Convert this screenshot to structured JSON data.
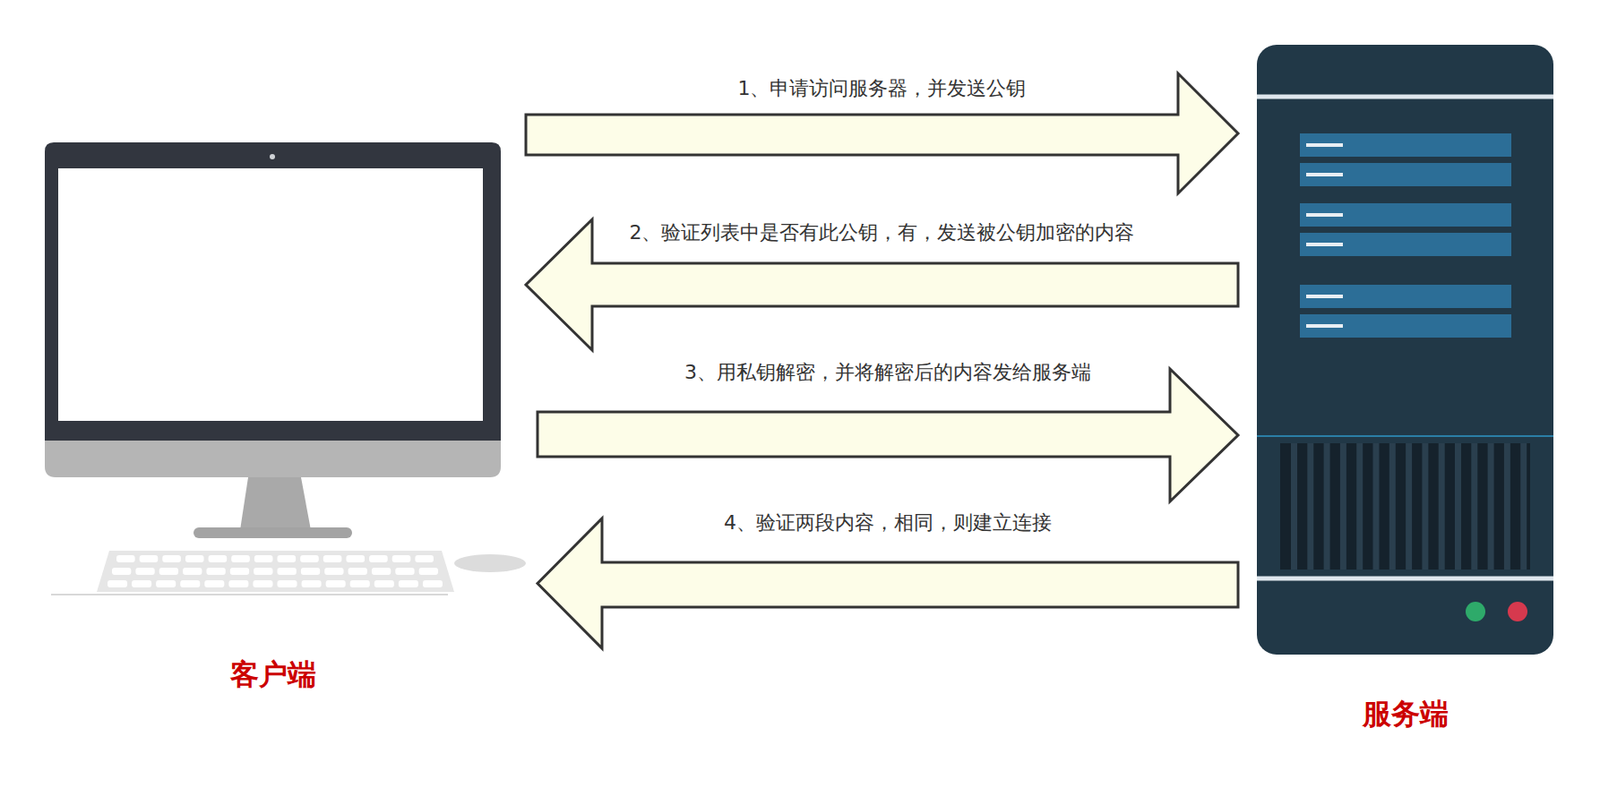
{
  "diagram": {
    "nodes": [
      {
        "text": [
          "客户端"
        ]
      },
      {
        "text": [
          "服务端"
        ]
      }
    ],
    "edges": [
      {
        "from": 0,
        "to": 1,
        "arrow": "to",
        "label": "1、申请访问服务器，并发送公钥"
      },
      {
        "from": 1,
        "to": 0,
        "arrow": "to",
        "label": "2、验证列表中是否有此公钥，有，发送被公钥加密的内容"
      },
      {
        "from": 0,
        "to": 1,
        "arrow": "to",
        "label": "3、用私钥解密，并将解密后的内容发给服务端"
      },
      {
        "from": 1,
        "to": 0,
        "arrow": "to",
        "label": "4、验证两段内容，相同，则建立连接"
      }
    ]
  }
}
